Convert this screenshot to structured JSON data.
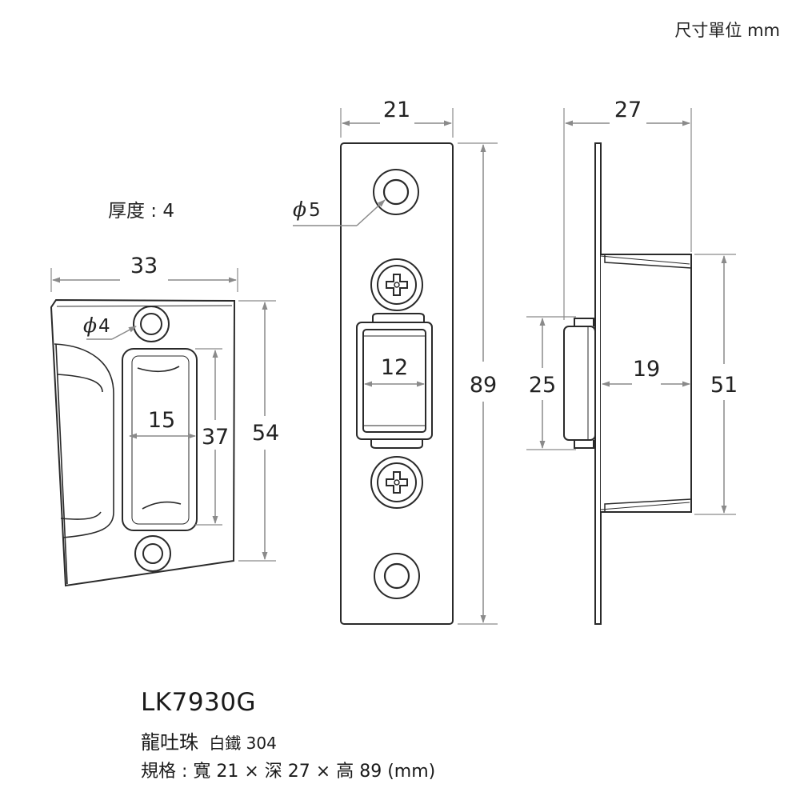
{
  "unit_note": "尺寸單位 mm",
  "thickness_note": "厚度 : 4",
  "left_view": {
    "dim_width": "33",
    "dim_height": "54",
    "dim_slot_width": "15",
    "dim_slot_height": "37",
    "hole_phi": "ϕ",
    "hole_dia": "4"
  },
  "front_view": {
    "dim_width": "21",
    "dim_height": "89",
    "dim_roller": "12",
    "hole_phi": "ϕ",
    "hole_dia": "5"
  },
  "side_view": {
    "dim_depth": "27",
    "dim_roller_height": "25",
    "dim_body_depth": "19",
    "dim_body_height": "51"
  },
  "caption": {
    "model": "LK7930G",
    "name": "龍吐珠",
    "material": "白鐵 304",
    "spec": "規格 : 寬 21 × 深 27 × 高 89  (mm)"
  },
  "colors": {
    "line": "#2a2a2a",
    "dim": "#8a8a8a",
    "text": "#222222"
  }
}
